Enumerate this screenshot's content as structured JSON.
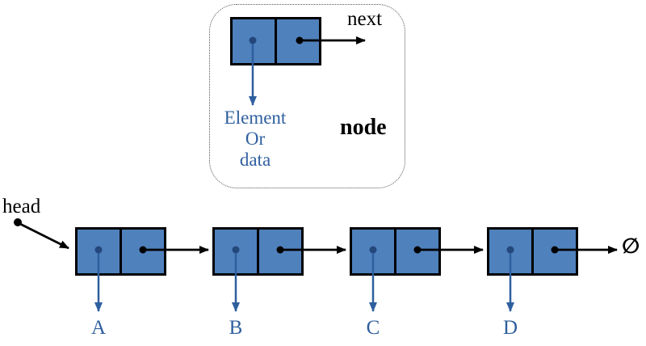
{
  "callout": {
    "next_label": "next",
    "node_label": "node",
    "data_pointer_lines": [
      "Element",
      "Or",
      "data"
    ]
  },
  "list": {
    "head_label": "head",
    "null_symbol": "∅",
    "nodes": [
      {
        "label": "A"
      },
      {
        "label": "B"
      },
      {
        "label": "C"
      },
      {
        "label": "D"
      }
    ]
  },
  "colors": {
    "cell_fill": "#4f81bd",
    "cell_border": "#000000",
    "pointer_black": "#000000",
    "data_arrow_blue": "#2e5f9e",
    "data_dot_navy": "#24477c",
    "label_blue": "#2f5f9e"
  }
}
